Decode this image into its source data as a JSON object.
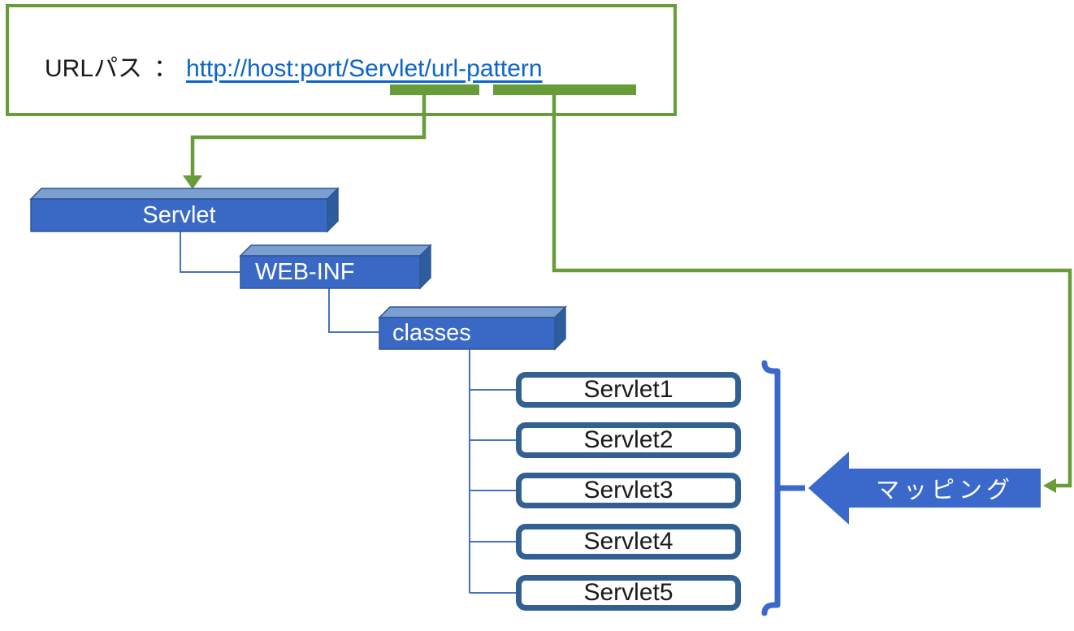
{
  "url_panel": {
    "label": "URLパス",
    "separator": "：",
    "link": "http://host:port/Servlet/url-pattern"
  },
  "tree": {
    "level1": "Servlet",
    "level2": "WEB-INF",
    "level3": "classes",
    "items": [
      "Servlet1",
      "Servlet2",
      "Servlet3",
      "Servlet4",
      "Servlet5"
    ]
  },
  "mapping": {
    "label": "マッピング"
  },
  "colors": {
    "green_accent": "#689c38",
    "link_blue": "#0b65c9",
    "box_front_blue": "#3a69c5",
    "box_top_blue": "#7b9fd1",
    "box_side_blue": "#2e5d9d",
    "box_edge_blue": "#2f5597",
    "tree_line_blue": "#4472c4",
    "item_border_blue": "#326191",
    "bracket_arrow_blue": "#3b69cb",
    "text_black": "#1a1a1a",
    "text_white": "#ffffff"
  }
}
